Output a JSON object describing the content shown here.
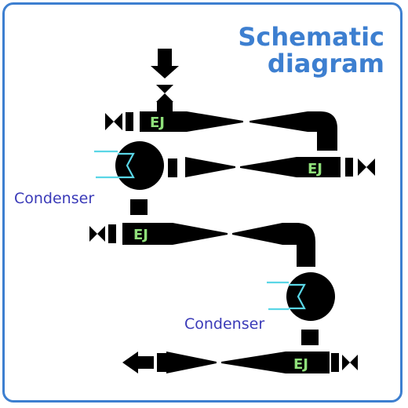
{
  "title": {
    "line1": "Schematic",
    "line2": "diagram"
  },
  "labels": {
    "ej": "EJ",
    "condenser": "Condenser"
  },
  "colors": {
    "frame": "#3d7fd0",
    "title": "#3d7fd0",
    "ej_text": "#8fe07a",
    "condenser_text": "#3a3ab8",
    "cooling_lines": "#5ad6e6",
    "equipment": "#000000"
  },
  "components": {
    "ejectors": [
      "EJ 1",
      "EJ 2",
      "EJ 3",
      "EJ 4"
    ],
    "condensers": [
      "Condenser 1",
      "Condenser 2"
    ],
    "valves": [
      "inlet valve",
      "left valve 1",
      "right valve 2",
      "left valve 3",
      "right valve 4"
    ],
    "arrows": [
      "inlet arrow",
      "outlet arrow"
    ]
  }
}
